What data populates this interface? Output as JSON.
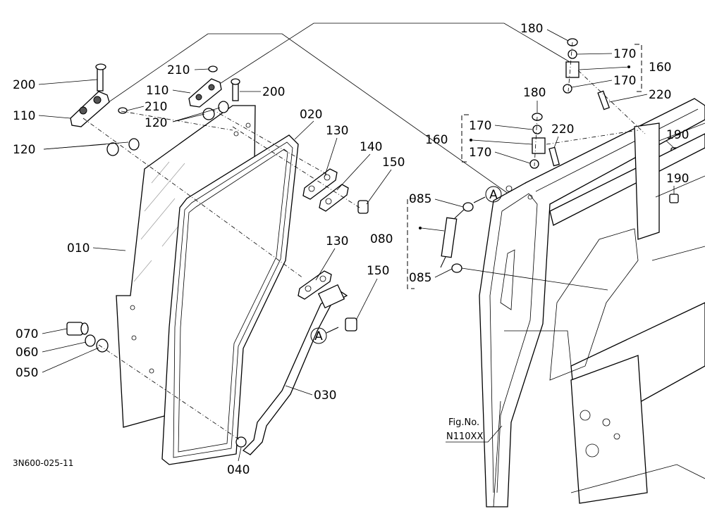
{
  "drawing": {
    "code": "3N600-025-11",
    "fig_label": "Fig.No.",
    "fig_number": "N110XX",
    "callout_a": "A"
  },
  "parts": {
    "p010": "010",
    "p020": "020",
    "p030": "030",
    "p040": "040",
    "p050": "050",
    "p060": "060",
    "p070": "070",
    "p080": "080",
    "p085": "085",
    "p110": "110",
    "p120": "120",
    "p130": "130",
    "p140": "140",
    "p150": "150",
    "p160": "160",
    "p170": "170",
    "p180": "180",
    "p190": "190",
    "p200": "200",
    "p210": "210",
    "p220": "220"
  }
}
